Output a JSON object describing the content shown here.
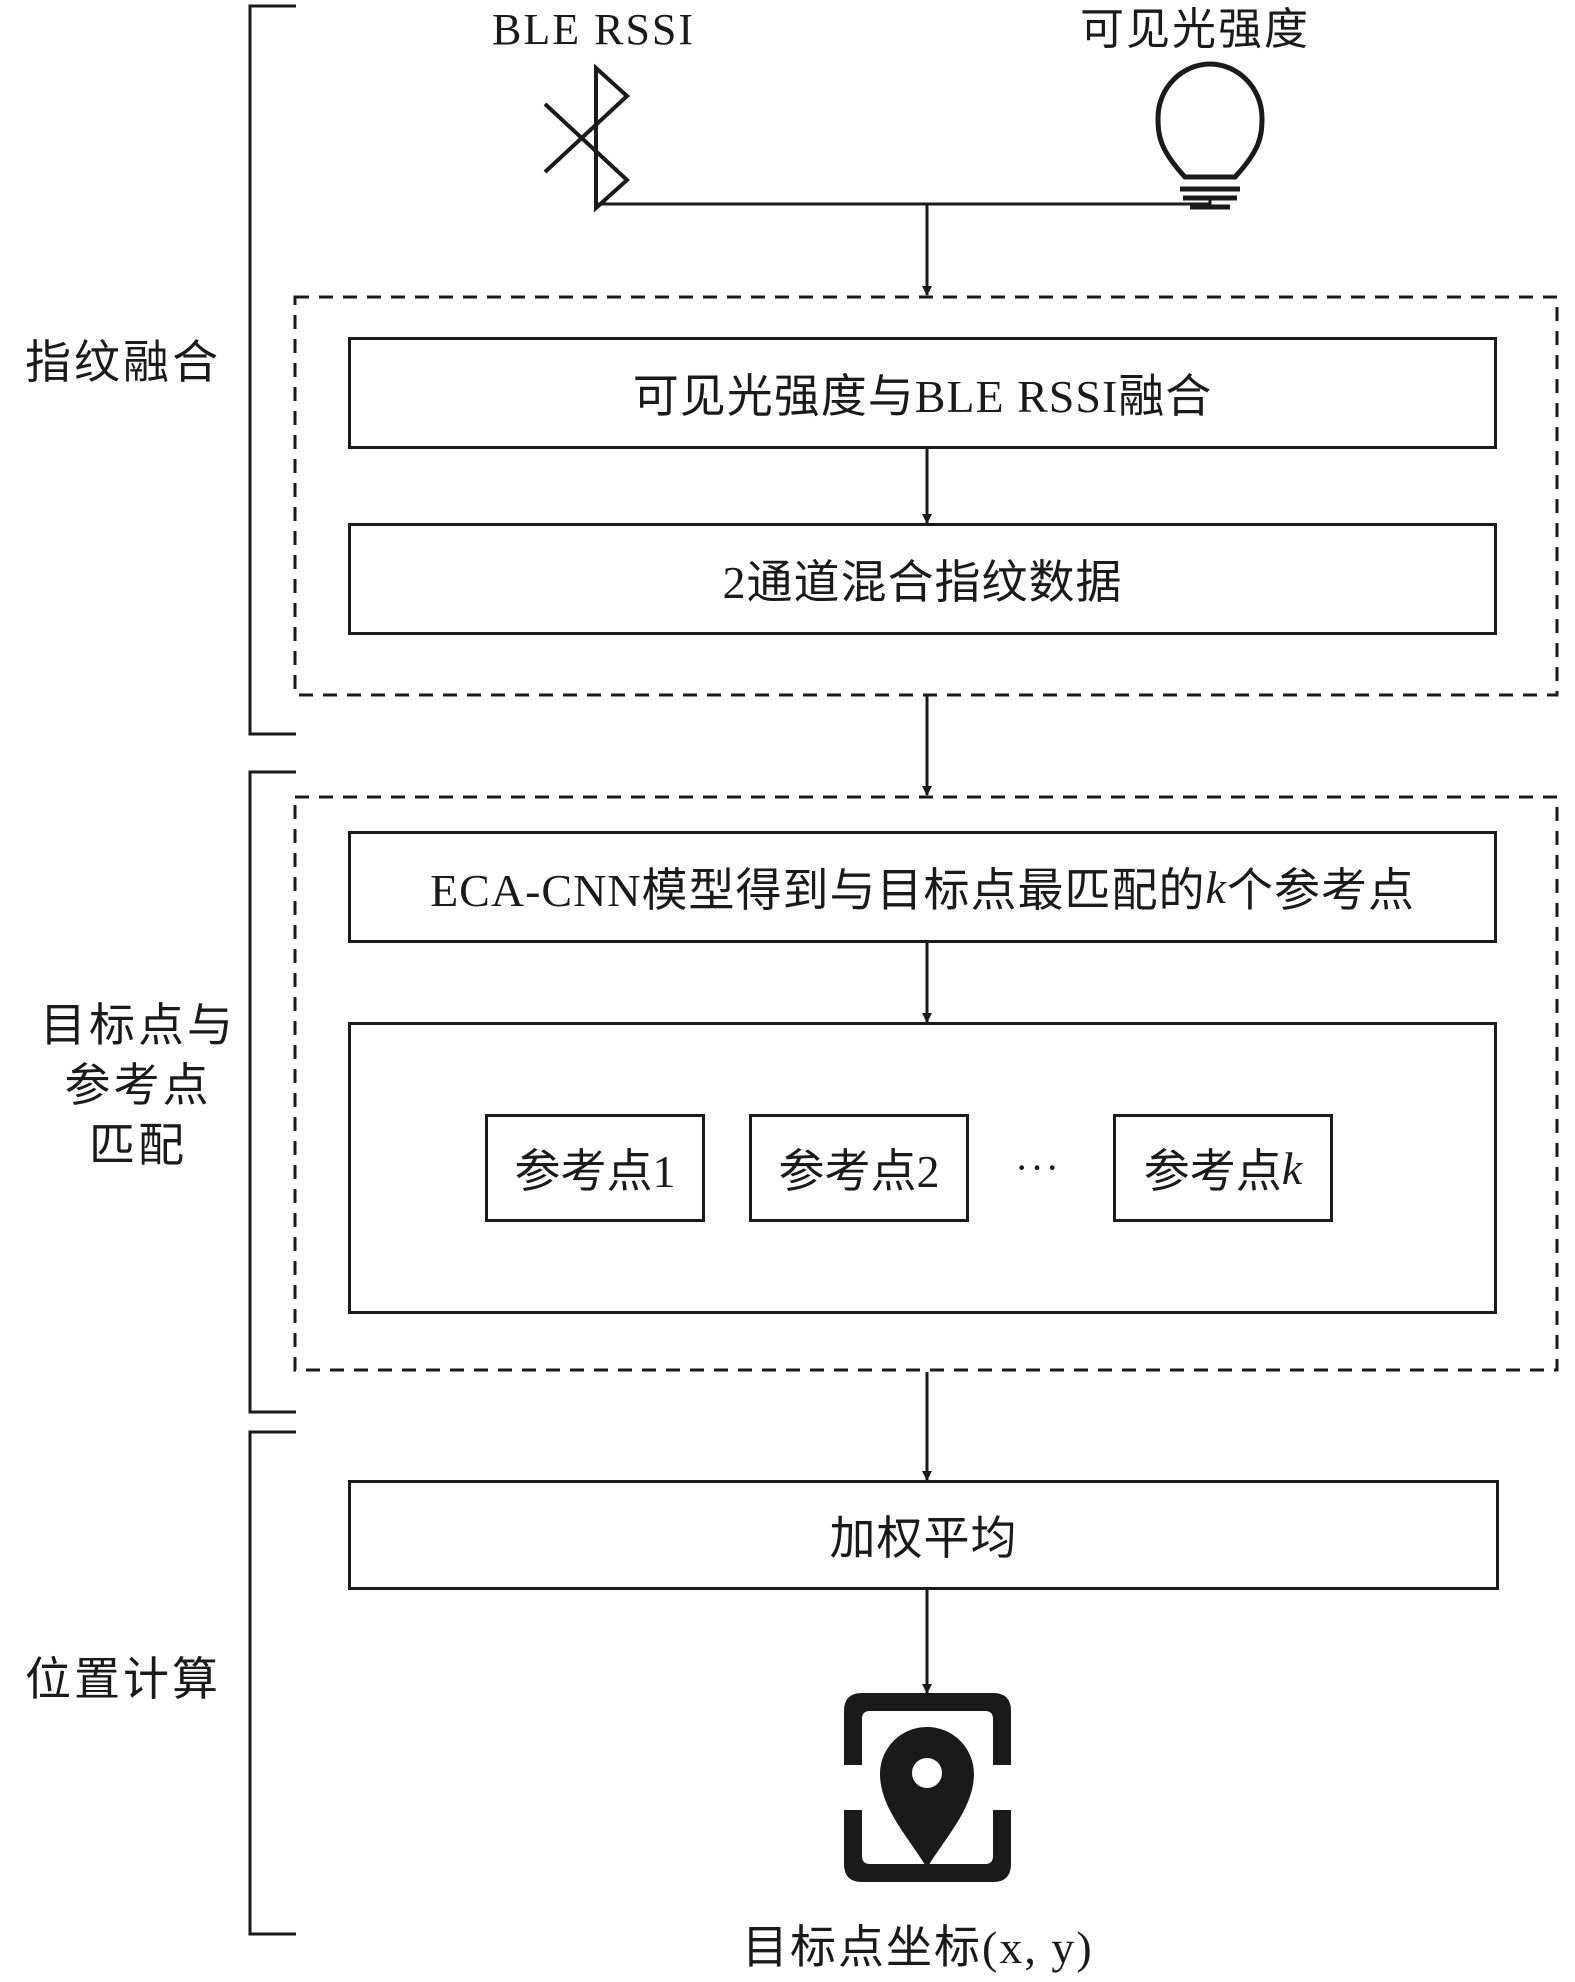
{
  "inputs": {
    "ble_label": "BLE RSSI",
    "light_label": "可见光强度"
  },
  "stages": {
    "fusion": "指纹融合",
    "matching_lines": [
      "目标点与",
      "参考点",
      "匹配"
    ],
    "position": "位置计算"
  },
  "boxes": {
    "fuse": "可见光强度与BLE RSSI融合",
    "mixed": "2通道混合指纹数据",
    "eca_prefix": "ECA-CNN模型得到与目标点最匹配的",
    "eca_k": "k",
    "eca_suffix": "个参考点",
    "weighted": "加权平均"
  },
  "reference_points": {
    "ref1": "参考点1",
    "ref2": "参考点2",
    "ellipsis": "···",
    "refk_prefix": "参考点",
    "refk_k": "k"
  },
  "output": {
    "label": "目标点坐标(x, y)"
  },
  "icons": [
    "bluetooth-icon",
    "light-bulb-icon",
    "location-pin-icon"
  ]
}
